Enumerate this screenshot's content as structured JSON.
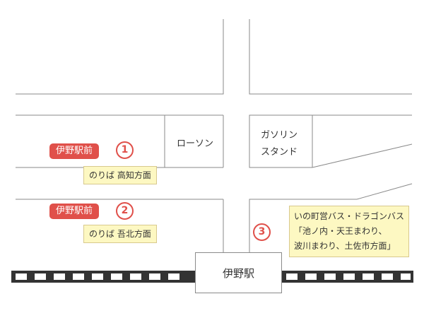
{
  "stops": [
    {
      "name": "伊野駅前",
      "number": "1",
      "note": "のりば 高知方面"
    },
    {
      "name": "伊野駅前",
      "number": "2",
      "note": "のりば 吾北方面"
    },
    {
      "number": "3",
      "note_lines": [
        "いの町営バス・ドラゴンバス",
        "「池ノ内・天王まわり、",
        "波川まわり、土佐市方面」"
      ]
    }
  ],
  "landmarks": {
    "convenience_store": "ローソン",
    "gas_station_line1": "ガソリン",
    "gas_station_line2": "スタンド",
    "station": "伊野駅"
  },
  "colors": {
    "badge": "#e0504a",
    "note_bg": "#fdf8c2",
    "road_line": "#8a8a8a",
    "rail": "#333333"
  }
}
